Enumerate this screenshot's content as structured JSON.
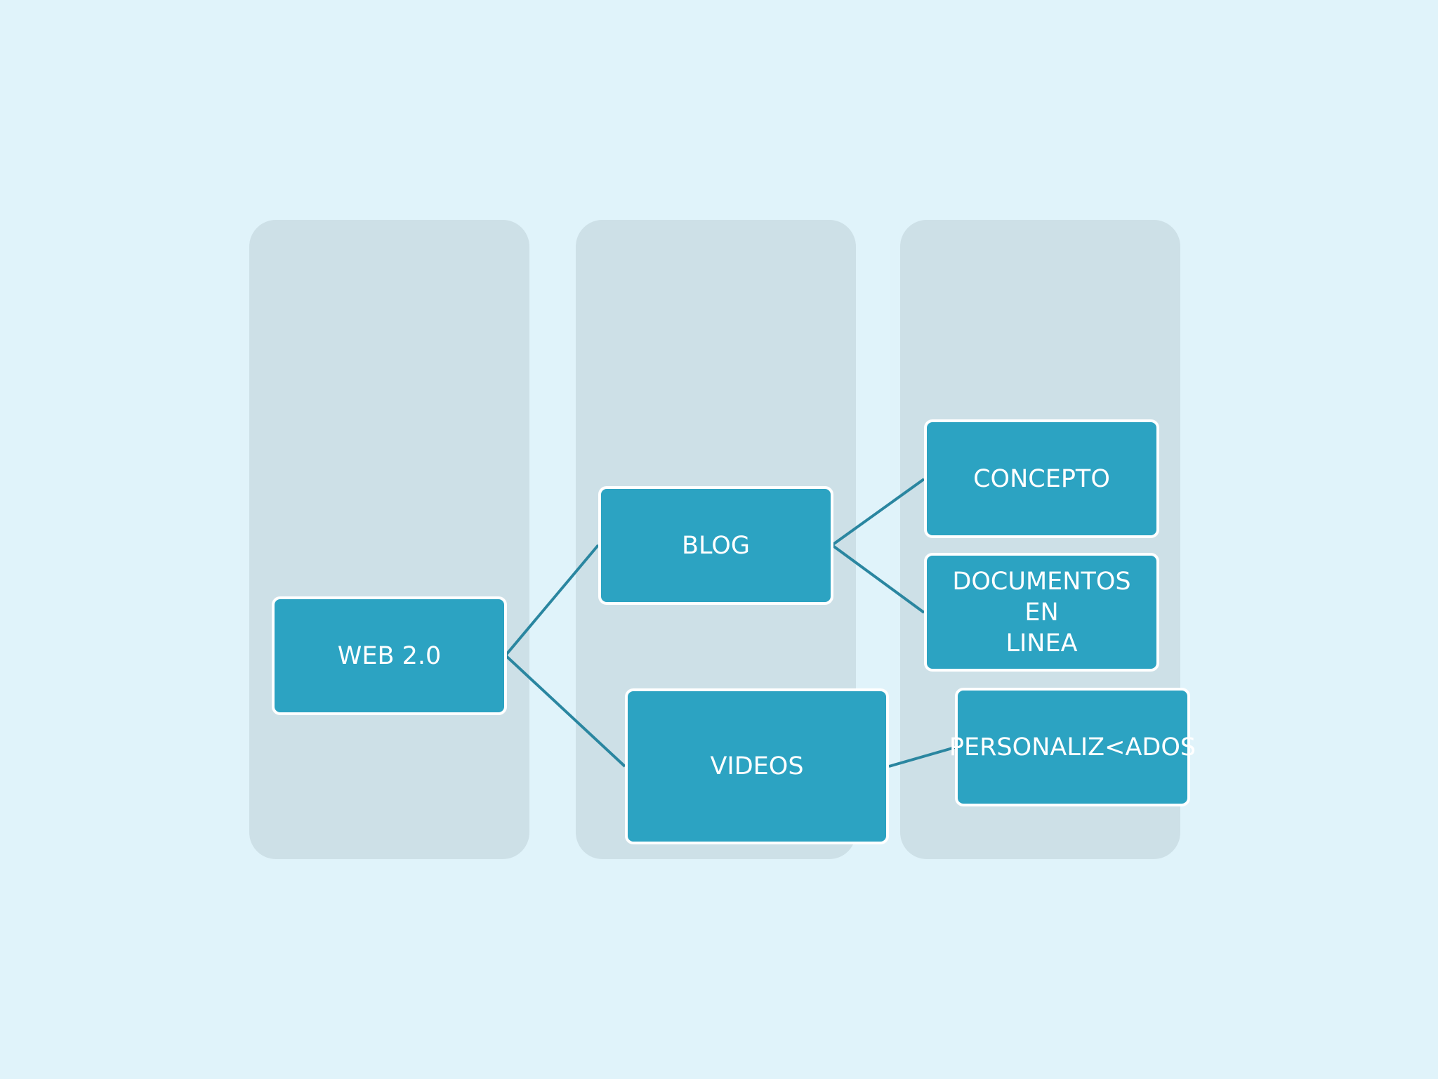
{
  "colors": {
    "background": "#e0f3fa",
    "column": "#cde0e7",
    "node_fill": "#2ca3c2",
    "node_border": "#ffffff",
    "connector": "#2a86a0"
  },
  "nodes": {
    "web": {
      "label": "WEB 2.0"
    },
    "blog": {
      "label": "BLOG"
    },
    "videos": {
      "label": "VIDEOS"
    },
    "concepto": {
      "label": "CONCEPTO"
    },
    "documentos": {
      "label": "DOCUMENTOS EN\nLINEA"
    },
    "personalizados": {
      "label": "PERSONALIZ<ADOS"
    }
  },
  "edges": [
    {
      "from": "web",
      "to": "blog"
    },
    {
      "from": "web",
      "to": "videos"
    },
    {
      "from": "blog",
      "to": "concepto"
    },
    {
      "from": "blog",
      "to": "documentos"
    },
    {
      "from": "videos",
      "to": "personalizados"
    }
  ]
}
